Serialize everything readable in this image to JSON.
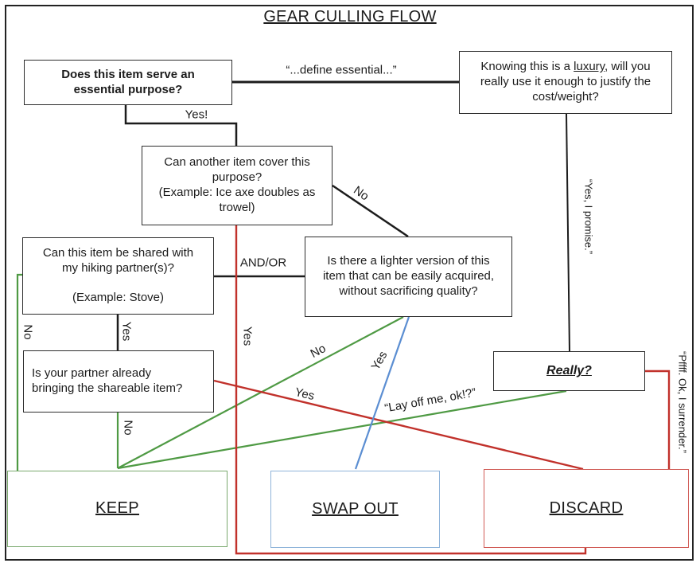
{
  "title": "GEAR CULLING FLOW",
  "colors": {
    "line_black": "#1c1c1c",
    "keep_green": "#4f9a44",
    "discard_red": "#c1312b",
    "swap_blue": "#5b8ed2",
    "keep_box_border": "#7aa96e",
    "swap_box_border": "#8fb4da",
    "discard_box_border": "#d05a55"
  },
  "boxes": {
    "essential": "Does this item serve an\nessential purpose?",
    "luxury_pre": "Knowing this is a ",
    "luxury_underlined": "luxury",
    "luxury_post": ", will you really use it enough to justify the cost/weight?",
    "cover": "Can another item cover this\npurpose?\n(Example: Ice axe doubles as\ntrowel)",
    "shared": "Can this item be shared with\nmy hiking partner(s)?\n\n(Example: Stove)",
    "lighter": "Is there a lighter version of this\nitem that can be easily acquired,\nwithout sacrificing quality?",
    "partner": "Is your partner already\nbringing the shareable item?",
    "really": "Really?",
    "keep": "KEEP",
    "swap_out": "SWAP OUT",
    "discard": "DISCARD"
  },
  "labels": {
    "define_essential": "“...define essential...”",
    "yes_essential": "Yes!",
    "no_cover": "No",
    "and_or": "AND/OR",
    "no_shared": "No",
    "yes_shared": "Yes",
    "yes_cover": "Yes",
    "no_lighter": "No",
    "yes_lighter": "Yes",
    "yes_partner": "Yes",
    "no_partner": "No",
    "lay_off": "“Lay off me, ok!?”",
    "yes_promise": "“Yes, I promise.”",
    "surrender": "“Pffff. Ok, I surrender.”"
  }
}
